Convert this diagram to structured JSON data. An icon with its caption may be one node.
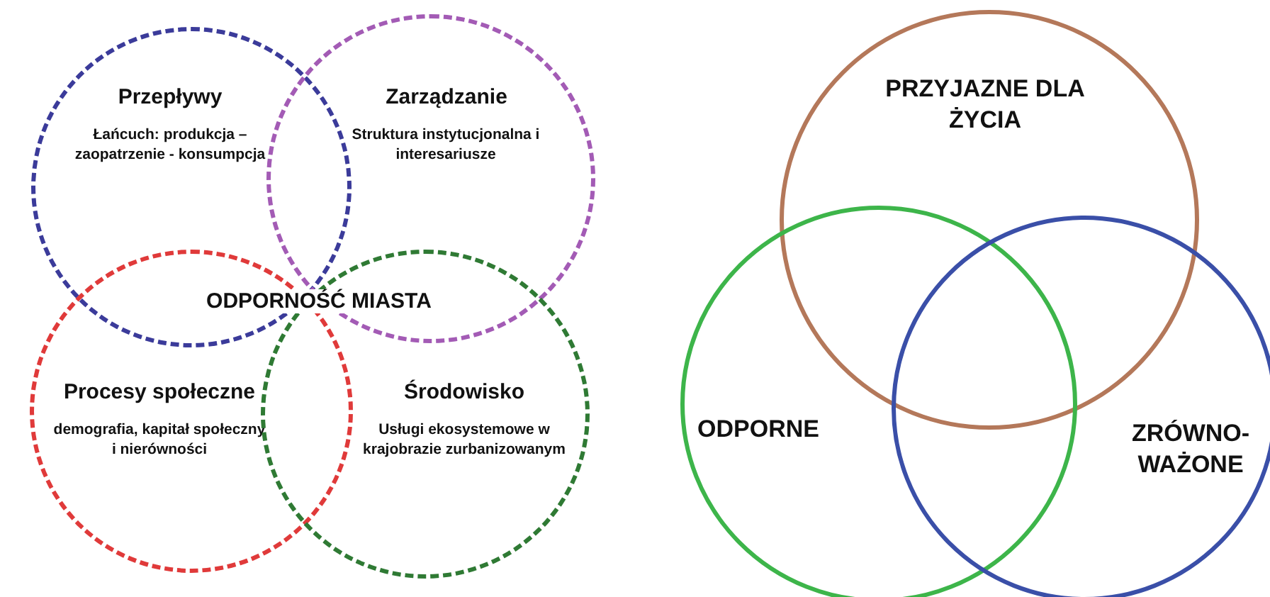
{
  "diagram": {
    "nodes": [
      {
        "text": [
          "Przepływy",
          "Łańcuch: produkcja – zaopatrzenie - konsumpcja"
        ]
      },
      {
        "text": [
          "Zarządzanie",
          "Struktura instytucjonalna i interesariusze"
        ]
      },
      {
        "text": [
          "Procesy społeczne",
          "demografia, kapitał społeczny i nierówności"
        ]
      },
      {
        "text": [
          "Środowisko",
          "Usługi ekosystemowe w krajobrazie zurbanizowanym"
        ]
      },
      {
        "text": [
          "PRZYJAZNE DLA ŻYCIA"
        ]
      },
      {
        "text": [
          "ODPORNE"
        ]
      },
      {
        "text": [
          "ZRÓWNO-WAŻONE"
        ]
      }
    ],
    "edges": [],
    "labels": [
      "ODPORNOŚĆ MIASTA"
    ]
  }
}
